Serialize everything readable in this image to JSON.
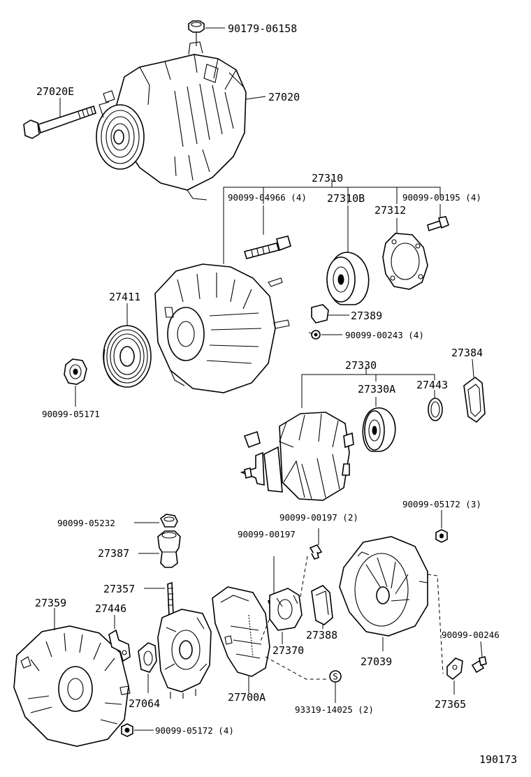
{
  "labels": {
    "p_90179_06158": "90179-06158",
    "p_27020E": "27020E",
    "p_27020": "27020",
    "p_27310": "27310",
    "p_90099_04966": "90099-04966 (4)",
    "p_27310B": "27310B",
    "p_90099_00195": "90099-00195 (4)",
    "p_27312": "27312",
    "p_27411": "27411",
    "p_27389": "27389",
    "p_90099_00243": "90099-00243 (4)",
    "p_90099_05171": "90099-05171",
    "p_27330": "27330",
    "p_27384": "27384",
    "p_27330A": "27330A",
    "p_27443": "27443",
    "p_90099_05172_3": "90099-05172 (3)",
    "p_90099_05232": "90099-05232",
    "p_90099_00197_2": "90099-00197 (2)",
    "p_90099_00197": "90099-00197",
    "p_27387": "27387",
    "p_27357": "27357",
    "p_27359": "27359",
    "p_27446": "27446",
    "p_27388": "27388",
    "p_27370": "27370",
    "p_90099_00246": "90099-00246",
    "p_27039": "27039",
    "p_27064": "27064",
    "p_27700A": "27700A",
    "p_93319_14025": "93319-14025 (2)",
    "p_27365": "27365",
    "p_90099_05172_4": "90099-05172 (4)",
    "s_mark": "S"
  },
  "figure_number": "190173"
}
